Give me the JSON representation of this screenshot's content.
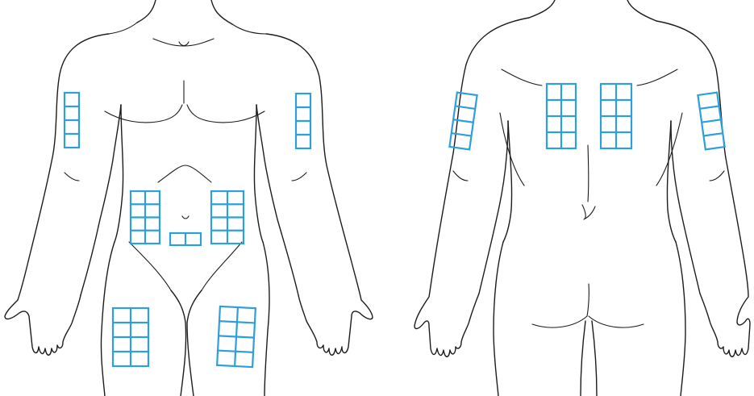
{
  "colors": {
    "background": "#ffffff",
    "outline": "#1c1c1c",
    "injection_site": "#2f9fdc"
  },
  "figures": [
    {
      "name": "front-view"
    },
    {
      "name": "back-view"
    }
  ],
  "injection_sites": [
    {
      "name": "front-right-upper-arm",
      "view": "front",
      "rows": 4,
      "cols": 1
    },
    {
      "name": "front-left-upper-arm",
      "view": "front",
      "rows": 4,
      "cols": 1
    },
    {
      "name": "abdomen-right",
      "view": "front",
      "rows": 4,
      "cols": 2
    },
    {
      "name": "abdomen-left",
      "view": "front",
      "rows": 4,
      "cols": 2
    },
    {
      "name": "abdomen-lower-center",
      "view": "front",
      "rows": 1,
      "cols": 2
    },
    {
      "name": "right-thigh",
      "view": "front",
      "rows": 4,
      "cols": 2
    },
    {
      "name": "left-thigh",
      "view": "front",
      "rows": 4,
      "cols": 2
    },
    {
      "name": "back-left-upper-arm",
      "view": "back",
      "rows": 4,
      "cols": 1
    },
    {
      "name": "back-right-upper-arm",
      "view": "back",
      "rows": 4,
      "cols": 1
    },
    {
      "name": "upper-back-left",
      "view": "back",
      "rows": 4,
      "cols": 2
    },
    {
      "name": "upper-back-right",
      "view": "back",
      "rows": 4,
      "cols": 2
    }
  ]
}
